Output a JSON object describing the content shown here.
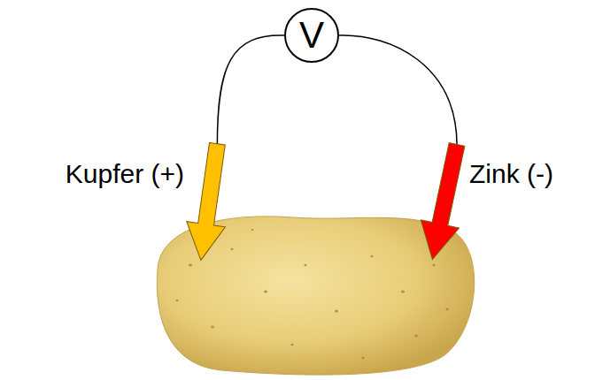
{
  "diagram": {
    "nodes": [
      {
        "text": [
          "V"
        ]
      },
      {
        "text": [
          "Kupfer (+)"
        ]
      },
      {
        "text": [
          "Zink (-)"
        ]
      }
    ],
    "edges": [
      {
        "from": 0,
        "to": 1,
        "arrow": "none"
      },
      {
        "from": 0,
        "to": 2,
        "arrow": "none"
      }
    ]
  }
}
